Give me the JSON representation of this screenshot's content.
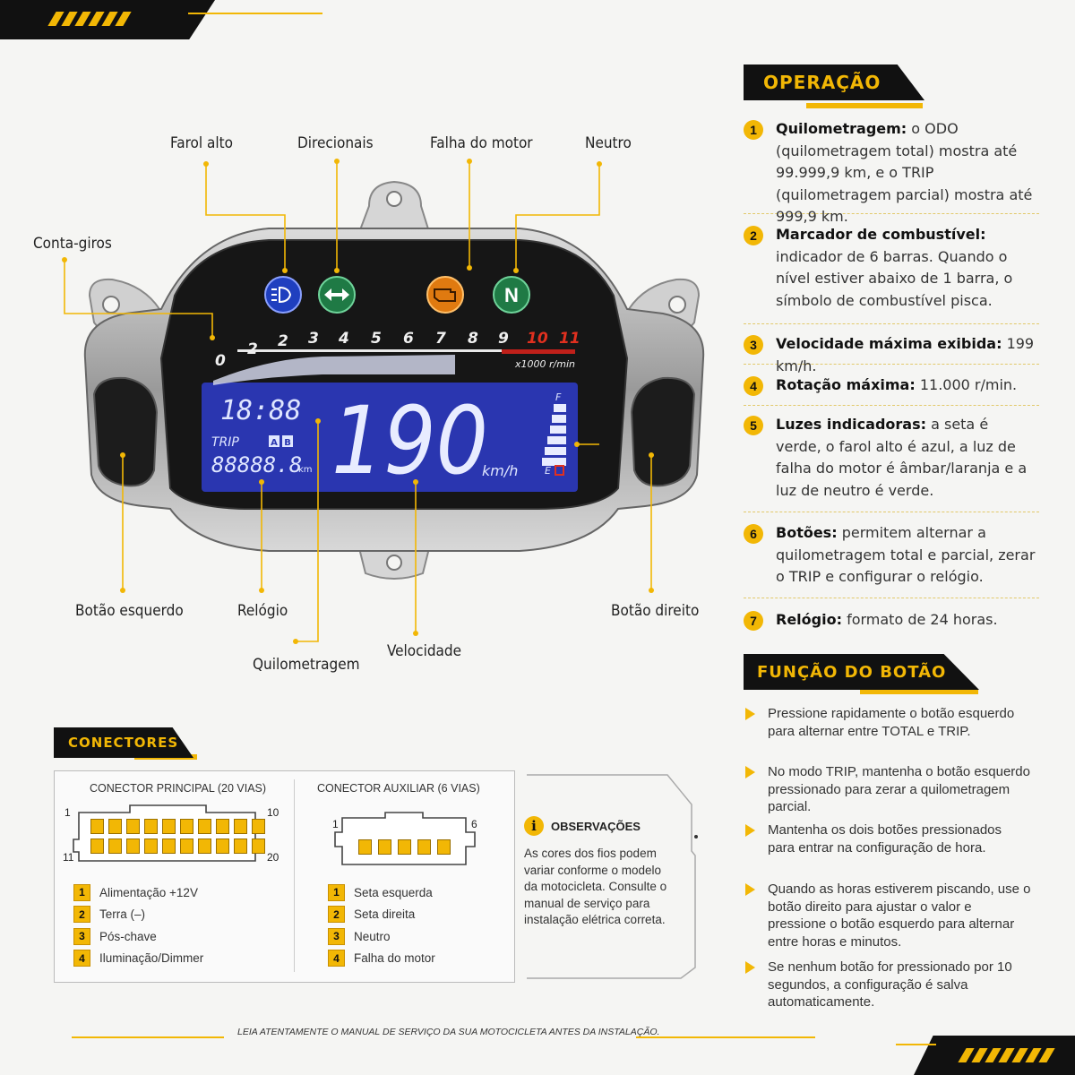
{
  "callouts": {
    "farol_alto": "Farol alto",
    "direcionais": "Direcionais",
    "falha_motor": "Falha do motor",
    "neutro": "Neutro",
    "conta_giros": "Conta-giros",
    "botao_esquerdo": "Botão esquerdo",
    "relogio": "Relógio",
    "quilometragem": "Quilometragem",
    "velocidade": "Velocidade",
    "botao_direito": "Botão direito"
  },
  "dashboard": {
    "rpm_ticks": [
      "0",
      "2",
      "2",
      "3",
      "4",
      "5",
      "6",
      "7",
      "8",
      "9",
      "10",
      "11"
    ],
    "rpm_unit": "x1000 r/min",
    "clock": "18:88",
    "trip_label": "TRIP",
    "trip_a": "A",
    "trip_b": "B",
    "odometer": "88888.8",
    "odometer_unit": "km",
    "speed": "190",
    "speed_unit": "km/h",
    "fuel_full": "F",
    "fuel_empty": "E",
    "fuel_bars": 6,
    "neutral_letter": "N",
    "colors": {
      "high_beam": "#1f3fbf",
      "turn": "#1f7a45",
      "engine": "#e07a10",
      "neutral": "#1f7a45",
      "lcd": "#2230a8"
    }
  },
  "operacao": {
    "title": "OPERAÇÃO",
    "items": [
      {
        "n": "1",
        "bold": "Quilometragem:",
        "text": " o ODO (quilometragem total) mostra até 99.999,9 km, e o TRIP (quilometragem parcial) mostra até 999,9 km."
      },
      {
        "n": "2",
        "bold": "Marcador de combustível:",
        "text": " indicador de 6 barras. Quando o nível estiver abaixo de 1 barra, o símbolo de combustível pisca."
      },
      {
        "n": "3",
        "bold": "Velocidade máxima exibida:",
        "text": " 199 km/h."
      },
      {
        "n": "4",
        "bold": "Rotação máxima:",
        "text": " 11.000 r/min."
      },
      {
        "n": "5",
        "bold": "Luzes indicadoras:",
        "text": " a seta é verde, o farol alto é azul, a luz de falha do motor é âmbar/laranja e a luz de neutro é verde."
      },
      {
        "n": "6",
        "bold": "Botões:",
        "text": " permitem alternar a quilometragem total e parcial, zerar o TRIP e configurar o relógio."
      },
      {
        "n": "7",
        "bold": "Relógio:",
        "text": " formato de 24 horas."
      }
    ]
  },
  "funcao": {
    "title": "FUNÇÃO DO BOTÃO",
    "items": [
      "Pressione rapidamente o botão esquerdo para alternar entre TOTAL e TRIP.",
      "No modo TRIP, mantenha o botão esquerdo pressionado para zerar a quilometragem parcial.",
      "Mantenha os dois botões pressionados para entrar na configuração de hora.",
      "Quando as horas estiverem piscando, use o botão direito para ajustar o valor e pressione o botão esquerdo para alternar entre horas e minutos.",
      "Se nenhum botão for pressionado por 10 segundos, a configuração é salva automaticamente."
    ]
  },
  "conectores": {
    "title": "CONECTORES",
    "principal": {
      "title": "CONECTOR PRINCIPAL (20 VIAS)",
      "pin_1": "1",
      "pin_10": "10",
      "pin_11": "11",
      "pin_20": "20",
      "legend": [
        {
          "n": "1",
          "label": "Alimentação +12V"
        },
        {
          "n": "2",
          "label": "Terra (–)"
        },
        {
          "n": "3",
          "label": "Pós-chave"
        },
        {
          "n": "4",
          "label": "Iluminação/Dimmer"
        }
      ]
    },
    "auxiliar": {
      "title": "CONECTOR AUXILIAR (6 VIAS)",
      "pin_1": "1",
      "pin_6": "6",
      "legend": [
        {
          "n": "1",
          "label": "Seta esquerda"
        },
        {
          "n": "2",
          "label": "Seta direita"
        },
        {
          "n": "3",
          "label": "Neutro"
        },
        {
          "n": "4",
          "label": "Falha do motor"
        }
      ]
    },
    "obs": {
      "title": "OBSERVAÇÕES",
      "text": "As cores dos fios podem variar conforme o modelo da motocicleta. Consulte o manual de serviço para instalação elétrica correta."
    }
  },
  "footer": "LEIA ATENTAMENTE O MANUAL DE SERVIÇO DA SUA MOTOCICLETA ANTES DA INSTALAÇÃO."
}
